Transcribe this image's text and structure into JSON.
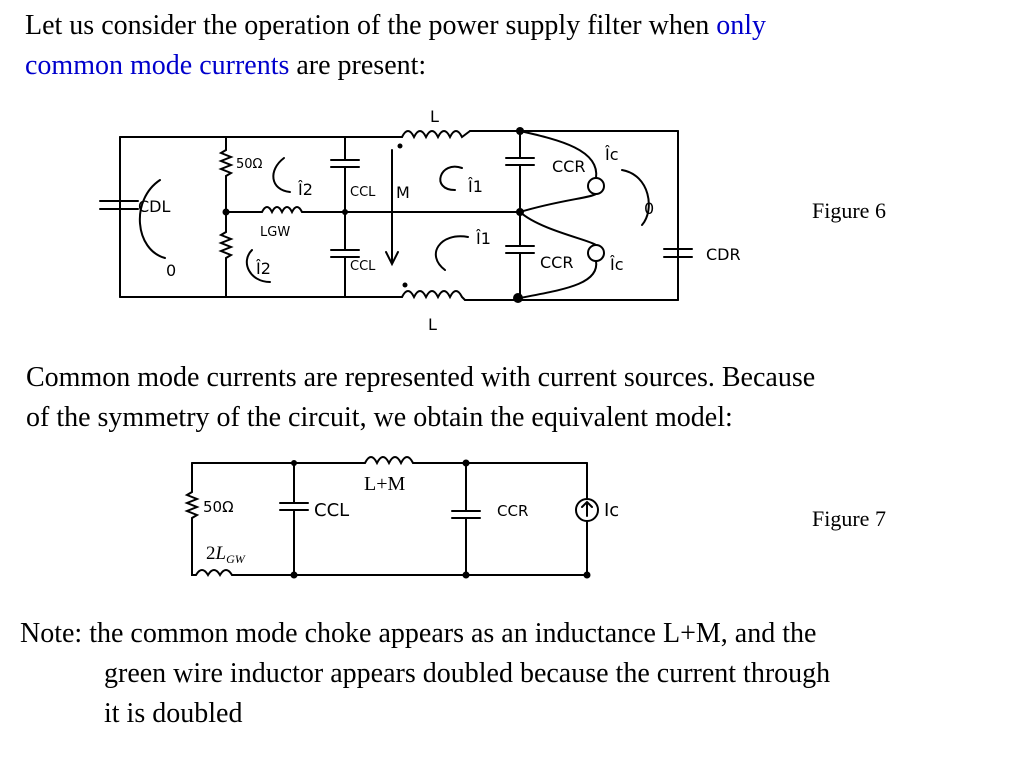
{
  "paragraph1": {
    "before": "Let us consider the operation of the power supply filter  when ",
    "highlight_1": "only",
    "highlight_2": "common mode currents",
    "after": " are present:"
  },
  "figure6": {
    "caption": "Figure 6",
    "labels": {
      "L_top": "L",
      "L_bottom": "L",
      "R50": "50Ω",
      "LGW": "LGW",
      "I2_top": "Î2",
      "I2_bottom": "Î2",
      "CCL_top": "CCL",
      "CCL_bottom": "CCL",
      "M": "M",
      "I1_top": "Î1",
      "I1_bottom": "Î1",
      "CCR_top": "CCR",
      "CCR_bottom": "CCR",
      "Ic_top": "Îc",
      "Ic_bottom": "Îc",
      "CDL": "CDL",
      "CDR": "CDR",
      "zero_left": "0",
      "zero_right": "0"
    }
  },
  "paragraph2": {
    "line1": "Common mode currents are represented with current sources. Because",
    "line2": "of the symmetry of the circuit, we obtain the equivalent model:"
  },
  "figure7": {
    "caption": "Figure 7",
    "labels": {
      "LM": "L+M",
      "R50": "50Ω",
      "CCL": "CCL",
      "CCR": "CCR",
      "Ic": "Ic",
      "LGW_coef": "2",
      "LGW_sym": "L",
      "LGW_sub": "GW"
    }
  },
  "note": {
    "line1": "Note: the common mode choke appears as an inductance L+M, and the",
    "line2": "green wire inductor appears doubled because the current through",
    "line3": "it is doubled"
  }
}
